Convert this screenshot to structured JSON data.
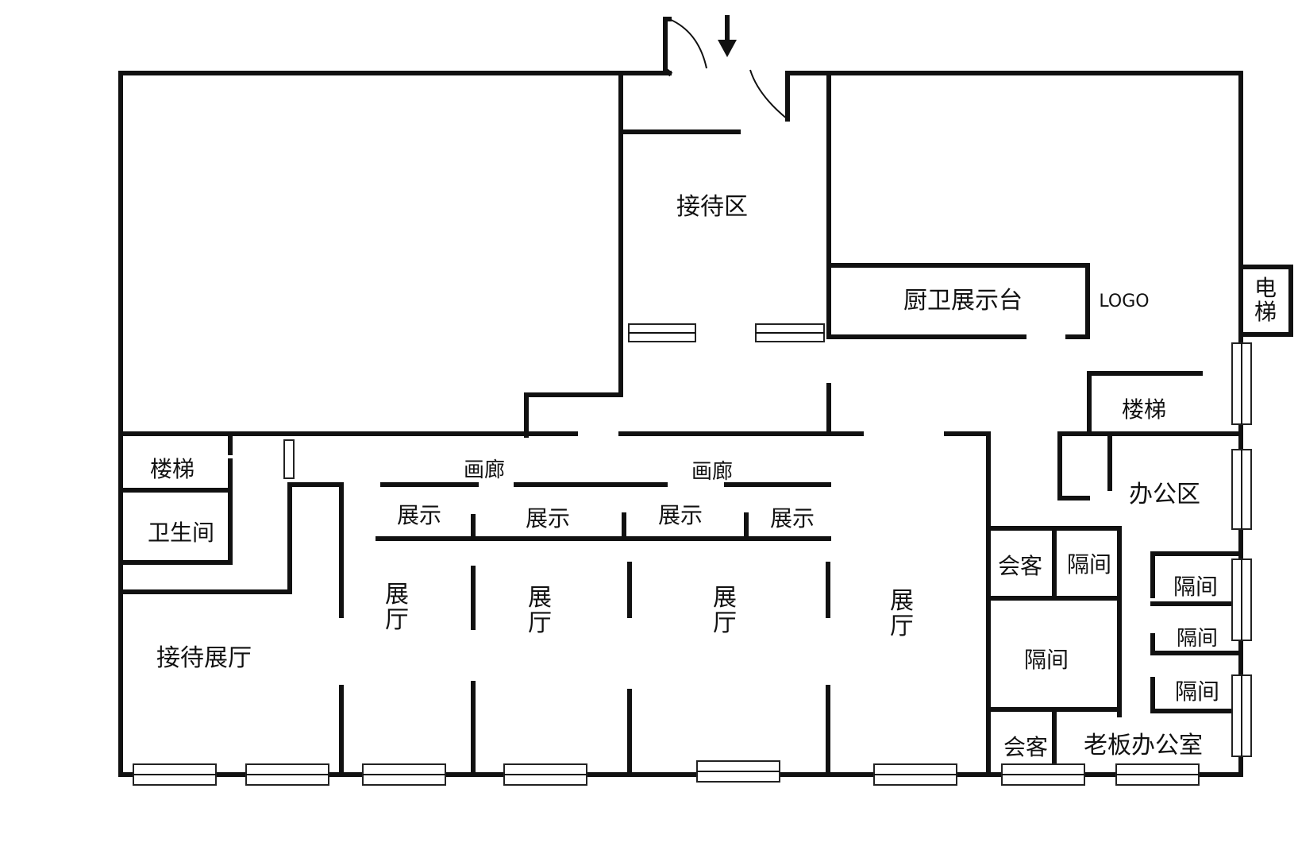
{
  "floorplan": {
    "labels": {
      "reception_area": "接待区",
      "kitchen_bath_display": "厨卫展示台",
      "logo": "LOGO",
      "elevator": "电梯",
      "stairs_right": "楼梯",
      "stairs_left": "楼梯",
      "restroom": "卫生间",
      "gallery_1": "画廊",
      "gallery_2": "画廊",
      "display_1": "展示",
      "display_2": "展示",
      "display_3": "展示",
      "display_4": "展示",
      "hall_1": "展厅",
      "hall_2": "展厅",
      "hall_3": "展厅",
      "hall_4": "展厅",
      "reception_hall": "接待展厅",
      "office_area": "办公区",
      "meeting_1": "会客",
      "meeting_2": "会客",
      "partition_1": "隔间",
      "partition_2": "隔间",
      "partition_3": "隔间",
      "partition_4": "隔间",
      "partition_5": "隔间",
      "boss_office": "老板办公室"
    }
  }
}
